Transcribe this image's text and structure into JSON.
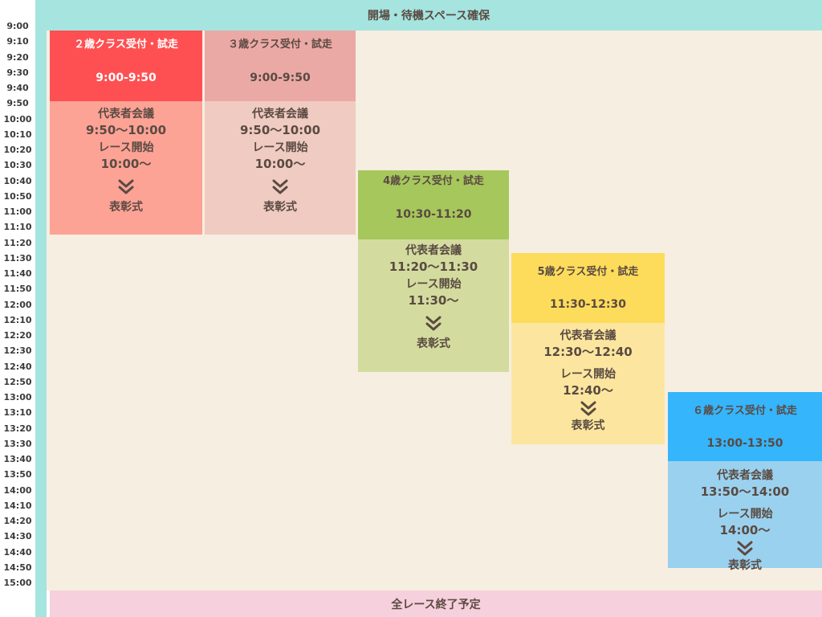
{
  "top_banner": "開場・待機スペース確保",
  "bottom_banner": "全レース終了予定",
  "time_labels": [
    "9:00",
    "9:10",
    "9:20",
    "9:30",
    "9:40",
    "9:50",
    "10:00",
    "10:10",
    "10:20",
    "10:30",
    "10:40",
    "10:50",
    "11:00",
    "11:10",
    "11:20",
    "11:30",
    "11:40",
    "11:50",
    "12:00",
    "12:10",
    "12:20",
    "12:30",
    "12:40",
    "12:50",
    "13:00",
    "13:10",
    "13:20",
    "13:30",
    "13:40",
    "13:50",
    "14:00",
    "14:10",
    "14:20",
    "14:30",
    "14:40",
    "14:50",
    "15:00"
  ],
  "classes": [
    {
      "title": "２歳クラス受付・試走",
      "reception_time": "9:00-9:50",
      "meeting_label": "代表者会議",
      "meeting_time": "9:50〜10:00",
      "race_label": "レース開始",
      "race_time": "10:00〜",
      "award_label": "表彰式",
      "header_color": "#fe5052",
      "body_color": "#fca396"
    },
    {
      "title": "３歳クラス受付・試走",
      "reception_time": "9:00-9:50",
      "meeting_label": "代表者会議",
      "meeting_time": "9:50〜10:00",
      "race_label": "レース開始",
      "race_time": "10:00〜",
      "award_label": "表彰式",
      "header_color": "#eba9a6",
      "body_color": "#f0cbc1"
    },
    {
      "title": "4歳クラス受付・試走",
      "reception_time": "10:30-11:20",
      "meeting_label": "代表者会議",
      "meeting_time": "11:20〜11:30",
      "race_label": "レース開始",
      "race_time": "11:30〜",
      "award_label": "表彰式",
      "header_color": "#a6c75c",
      "body_color": "#d3dc9e"
    },
    {
      "title": "5歳クラス受付・試走",
      "reception_time": "11:30-12:30",
      "meeting_label": "代表者会議",
      "meeting_time": "12:30〜12:40",
      "race_label": "レース開始",
      "race_time": "12:40〜",
      "award_label": "表彰式",
      "header_color": "#fedc5b",
      "body_color": "#fce69f"
    },
    {
      "title": "６歳クラス受付・試走",
      "reception_time": "13:00-13:50",
      "meeting_label": "代表者会議",
      "meeting_time": "13:50〜14:00",
      "race_label": "レース開始",
      "race_time": "14:00〜",
      "award_label": "表彰式",
      "header_color": "#35b5fb",
      "body_color": "#9ad1ef"
    }
  ]
}
